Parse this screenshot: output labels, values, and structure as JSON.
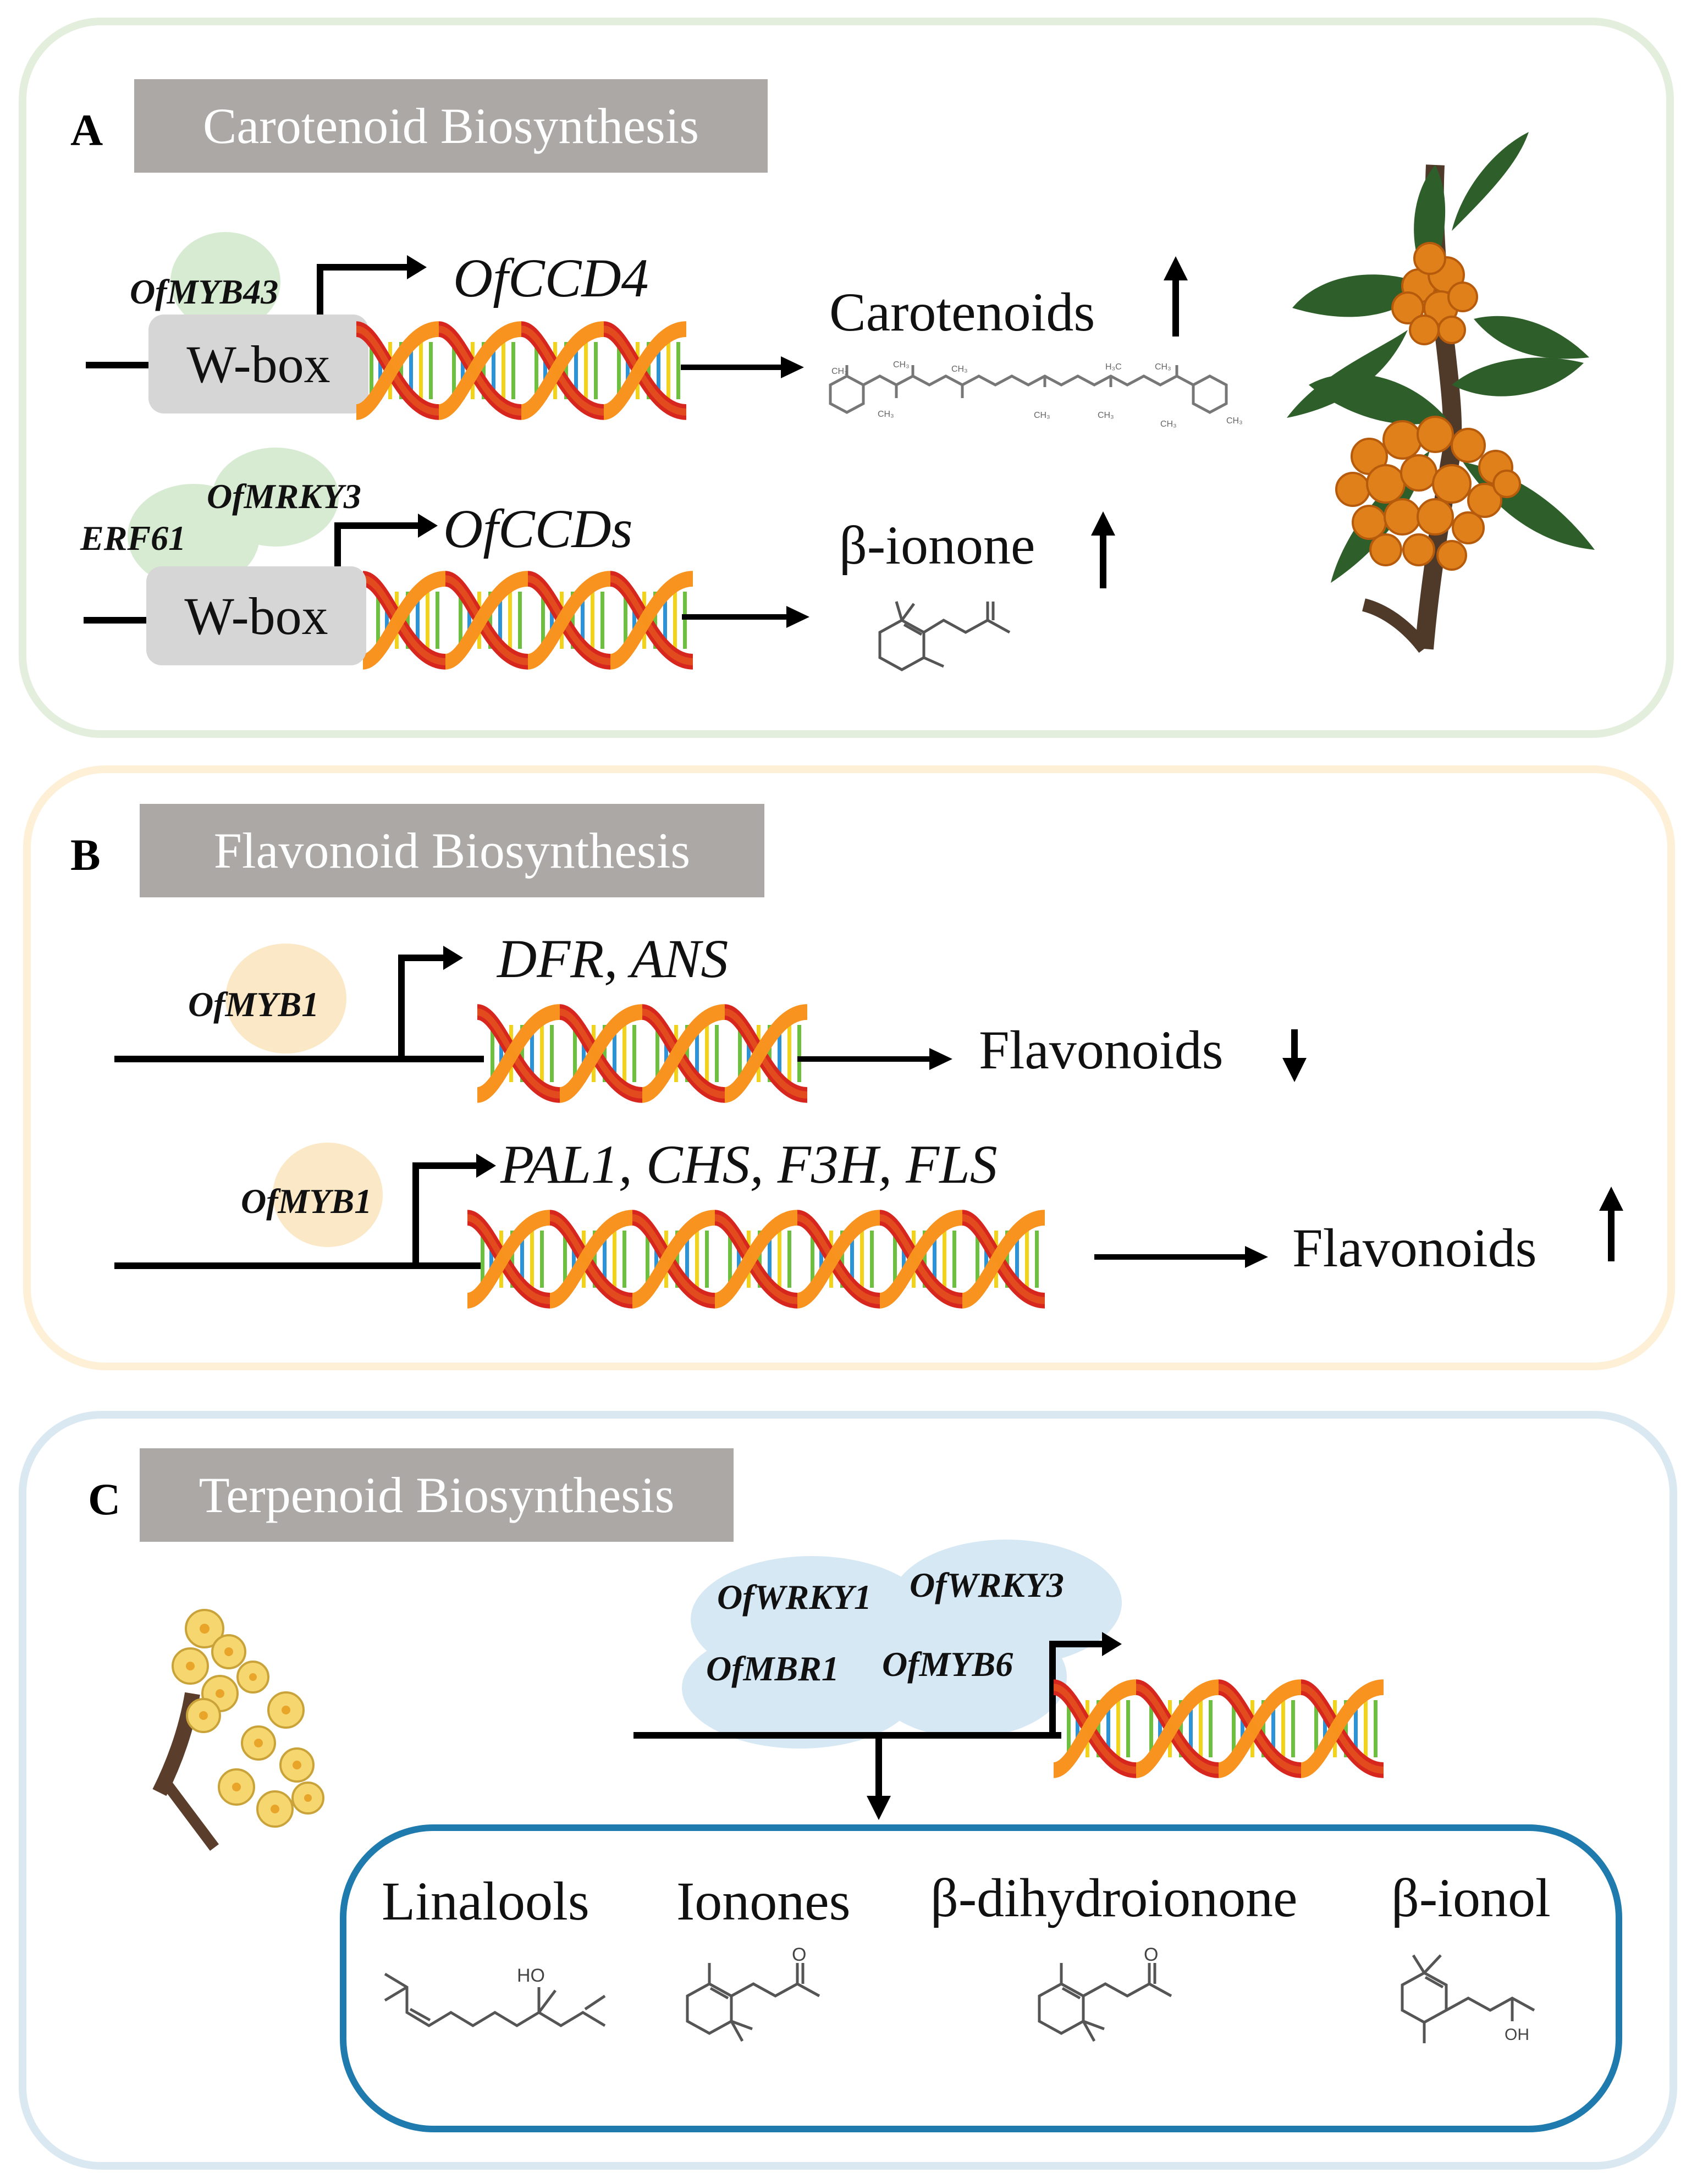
{
  "panel_a": {
    "letter": "A",
    "title": "Carotenoid Biosynthesis",
    "row1": {
      "tf": "OfMYB43",
      "box": "W-box",
      "gene": "OfCCD4",
      "product": "Carotenoids",
      "arrow": "↑"
    },
    "row2": {
      "tf1": "ERF61",
      "tf2": "OfMRKY3",
      "box": "W-box",
      "gene": "OfCCDs",
      "product": "β-ionone",
      "arrow": "↑"
    },
    "chem_labels": [
      "CH₃",
      "CH₃",
      "CH₃",
      "CH₃",
      "CH₃",
      "CH₃",
      "CH₃",
      "CH₃",
      "H₃C",
      "CH₃"
    ]
  },
  "panel_b": {
    "letter": "B",
    "title": "Flavonoid Biosynthesis",
    "row1": {
      "tf": "OfMYB1",
      "gene": "DFR, ANS",
      "product": "Flavonoids",
      "arrow": "↓"
    },
    "row2": {
      "tf": "OfMYB1",
      "gene": "PAL1, CHS, F3H, FLS",
      "product": "Flavonoids",
      "arrow": "↑"
    }
  },
  "panel_c": {
    "letter": "C",
    "title": "Terpenoid Biosynthesis",
    "tfs": [
      "OfWRKY1",
      "OfWRKY3",
      "OfMBR1",
      "OfMYB6"
    ],
    "products": [
      "Linalools",
      "Ionones",
      "β-dihydroionone",
      "β-ionol"
    ],
    "chem_labels": {
      "linalool": "HO",
      "ionone": "O",
      "dihydroionone": "O",
      "ionol": "OH"
    }
  },
  "colors": {
    "panel_a_border": "#e3eedd",
    "panel_b_border": "#fdf0d6",
    "panel_c_border": "#dae8f1",
    "title_bg": "#aba8a6",
    "product_box_border": "#1f7aad",
    "dna_strand_orange": "#f7931e",
    "dna_strand_red": "#d7261e"
  }
}
